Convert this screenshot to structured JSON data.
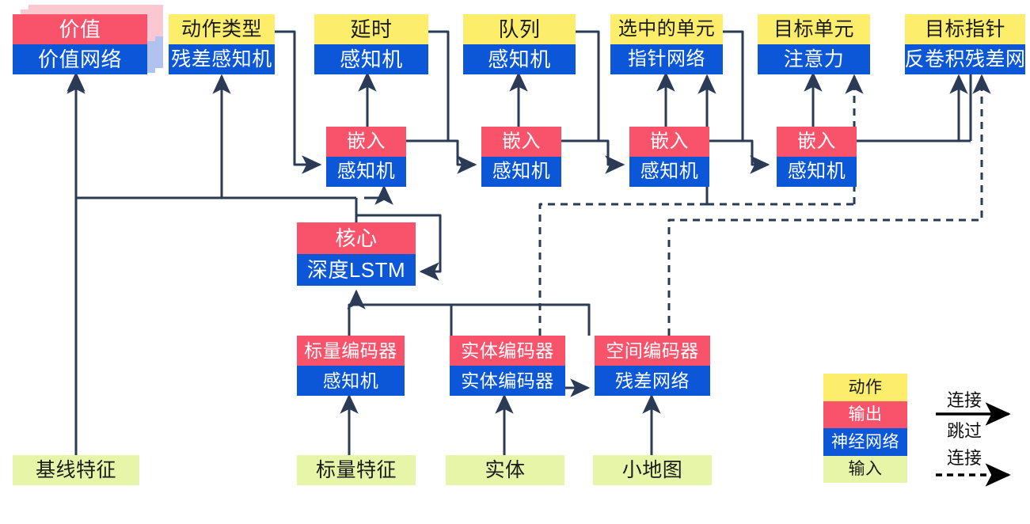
{
  "diagram": {
    "title": "AlphaStar-style agent architecture (Chinese labels)",
    "colors": {
      "action": "#FCEE6B",
      "output": "#F9536B",
      "network": "#0B57D8",
      "input": "#E6F5A8",
      "edge": "#2B3A55",
      "ghost_output": "#FBC8D2",
      "ghost_network": "#AFC2F0",
      "background": "#FFFFFF"
    },
    "heads": [
      {
        "id": "value",
        "output": "价值",
        "network": "价值网络",
        "stacked": true
      },
      {
        "id": "action-type",
        "output": "动作类型",
        "network": "残差感知机",
        "stacked": false
      },
      {
        "id": "delay",
        "output": "延时",
        "network": "感知机",
        "stacked": false
      },
      {
        "id": "queue",
        "output": "队列",
        "network": "感知机",
        "stacked": false
      },
      {
        "id": "selected-units",
        "output": "选中的单元",
        "network": "指针网络",
        "stacked": false
      },
      {
        "id": "target-unit",
        "output": "目标单元",
        "network": "注意力",
        "stacked": false
      },
      {
        "id": "target-point",
        "output": "目标指针",
        "network": "反卷积残差网",
        "stacked": false
      }
    ],
    "embeds": [
      {
        "id": "embed-1",
        "output": "嵌入",
        "network": "感知机"
      },
      {
        "id": "embed-2",
        "output": "嵌入",
        "network": "感知机"
      },
      {
        "id": "embed-3",
        "output": "嵌入",
        "network": "感知机"
      },
      {
        "id": "embed-4",
        "output": "嵌入",
        "network": "感知机"
      }
    ],
    "core": {
      "id": "core",
      "output": "核心",
      "network": "深度LSTM"
    },
    "encoders": [
      {
        "id": "scalar-encoder",
        "output": "标量编码器",
        "network": "感知机"
      },
      {
        "id": "entity-encoder",
        "output": "实体编码器",
        "network": "实体编码器"
      },
      {
        "id": "spatial-encoder",
        "output": "空间编码器",
        "network": "残差网络"
      }
    ],
    "inputs": [
      {
        "id": "baseline-features",
        "label": "基线特征"
      },
      {
        "id": "scalar-features",
        "label": "标量特征"
      },
      {
        "id": "entities",
        "label": "实体"
      },
      {
        "id": "minimap",
        "label": "小地图"
      }
    ],
    "legend": {
      "swatches": [
        {
          "id": "legend-action",
          "label": "动作"
        },
        {
          "id": "legend-output",
          "label": "输出"
        },
        {
          "id": "legend-network",
          "label": "神经网络"
        },
        {
          "id": "legend-input",
          "label": "输入"
        }
      ],
      "edges": [
        {
          "id": "legend-connection",
          "label": "连接",
          "style": "solid"
        },
        {
          "id": "legend-skip-1",
          "label": "跳过",
          "style": "dashed"
        },
        {
          "id": "legend-skip-2",
          "label": "连接",
          "style": "dashed"
        }
      ]
    }
  }
}
